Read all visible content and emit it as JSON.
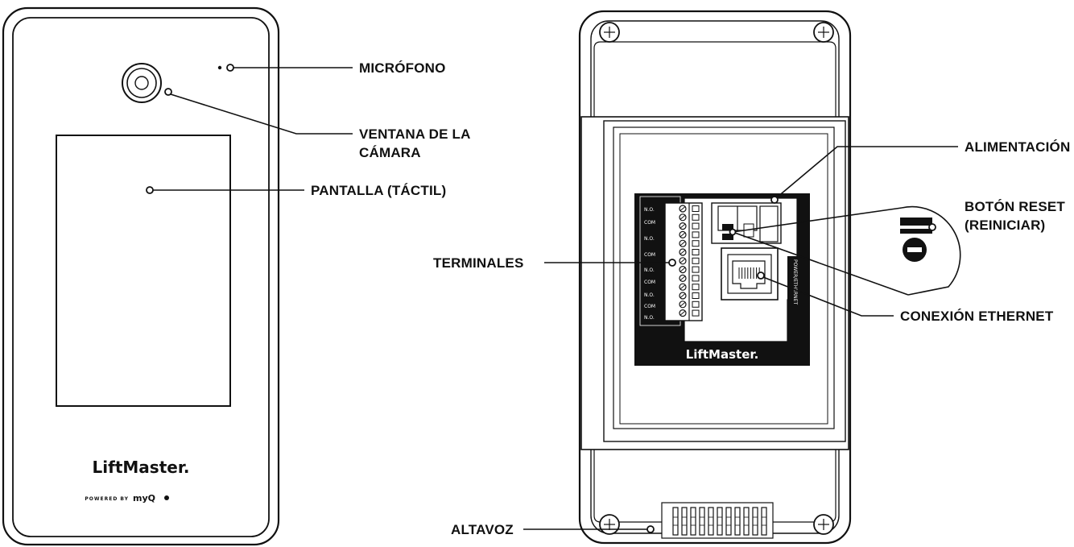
{
  "front_panel": {
    "brand": "LiftMaster.",
    "tagline_prefix": "POWERED BY",
    "tagline_brand": "myQ"
  },
  "back_panel": {
    "brand": "LiftMaster.",
    "terminal_labels": [
      "N.O.",
      "COM",
      "N.O.",
      "COM",
      "N.O.",
      "COM",
      "N.O.",
      "COM",
      "N.O."
    ],
    "side_label": "POWER/ETHERNET"
  },
  "callouts": {
    "microphone": "MICRÓFONO",
    "camera_line1": "VENTANA DE LA",
    "camera_line2": "CÁMARA",
    "screen": "PANTALLA (TÁCTIL)",
    "power": "ALIMENTACIÓN",
    "reset_line1": "BOTÓN RESET",
    "reset_line2": "(REINICIAR)",
    "terminals": "TERMINALES",
    "ethernet": "CONEXIÓN ETHERNET",
    "speaker": "ALTAVOZ"
  }
}
